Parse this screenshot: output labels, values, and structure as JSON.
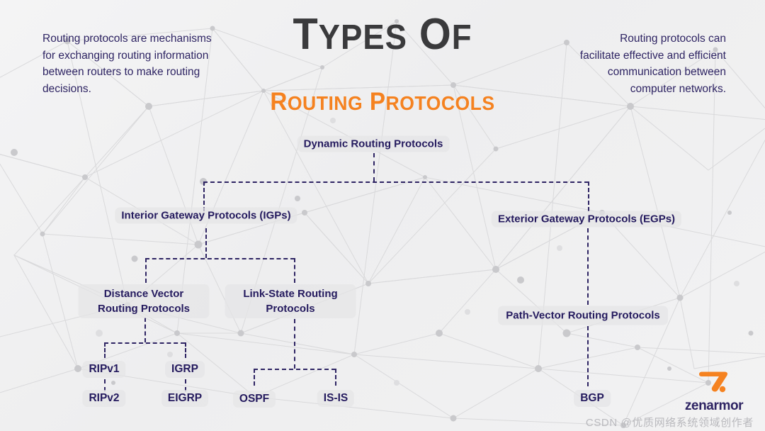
{
  "header": {
    "title_line1": "Types of",
    "title_line2": "Routing Protocols"
  },
  "blurbs": {
    "left": "Routing protocols are mechanisms for exchanging routing information between routers to make routing decisions.",
    "right": "Routing protocols can facilitate effective and efficient communication between computer networks."
  },
  "colors": {
    "background": "#f1f1f2",
    "title": "#3a3a3c",
    "accent": "#f58220",
    "node_text": "#241a5e",
    "connector": "#2e2463",
    "network_line": "#d6d6d8"
  },
  "diagram": {
    "type": "tree",
    "nodes": [
      {
        "id": "dynamic",
        "label": "Dynamic Routing Protocols",
        "level": 0
      },
      {
        "id": "igp",
        "label": "Interior Gateway Protocols (IGPs)",
        "level": 1
      },
      {
        "id": "egp",
        "label": "Exterior Gateway Protocols (EGPs)",
        "level": 1
      },
      {
        "id": "dvrp",
        "label": "Distance Vector Routing Protocols",
        "level": 2
      },
      {
        "id": "lsrp",
        "label": "Link-State Routing Protocols",
        "level": 2
      },
      {
        "id": "pvrp",
        "label": "Path-Vector Routing Protocols",
        "level": 2
      },
      {
        "id": "ripv1",
        "label": "RIPv1",
        "level": 3
      },
      {
        "id": "ripv2",
        "label": "RIPv2",
        "level": 4
      },
      {
        "id": "igrp",
        "label": "IGRP",
        "level": 3
      },
      {
        "id": "eigrp",
        "label": "EIGRP",
        "level": 4
      },
      {
        "id": "ospf",
        "label": "OSPF",
        "level": 3
      },
      {
        "id": "isis",
        "label": "IS-IS",
        "level": 3
      },
      {
        "id": "bgp",
        "label": "BGP",
        "level": 3
      }
    ],
    "edges": [
      [
        "dynamic",
        "igp"
      ],
      [
        "dynamic",
        "egp"
      ],
      [
        "igp",
        "dvrp"
      ],
      [
        "igp",
        "lsrp"
      ],
      [
        "egp",
        "pvrp"
      ],
      [
        "dvrp",
        "ripv1"
      ],
      [
        "dvrp",
        "igrp"
      ],
      [
        "ripv1",
        "ripv2"
      ],
      [
        "igrp",
        "eigrp"
      ],
      [
        "lsrp",
        "ospf"
      ],
      [
        "lsrp",
        "isis"
      ],
      [
        "pvrp",
        "bgp"
      ]
    ]
  },
  "logo": {
    "wordmark": "zenarmor",
    "mark_name": "zenarmor-seven-mark"
  },
  "watermark": {
    "text": "CSDN @优质网络系统领域创作者"
  }
}
